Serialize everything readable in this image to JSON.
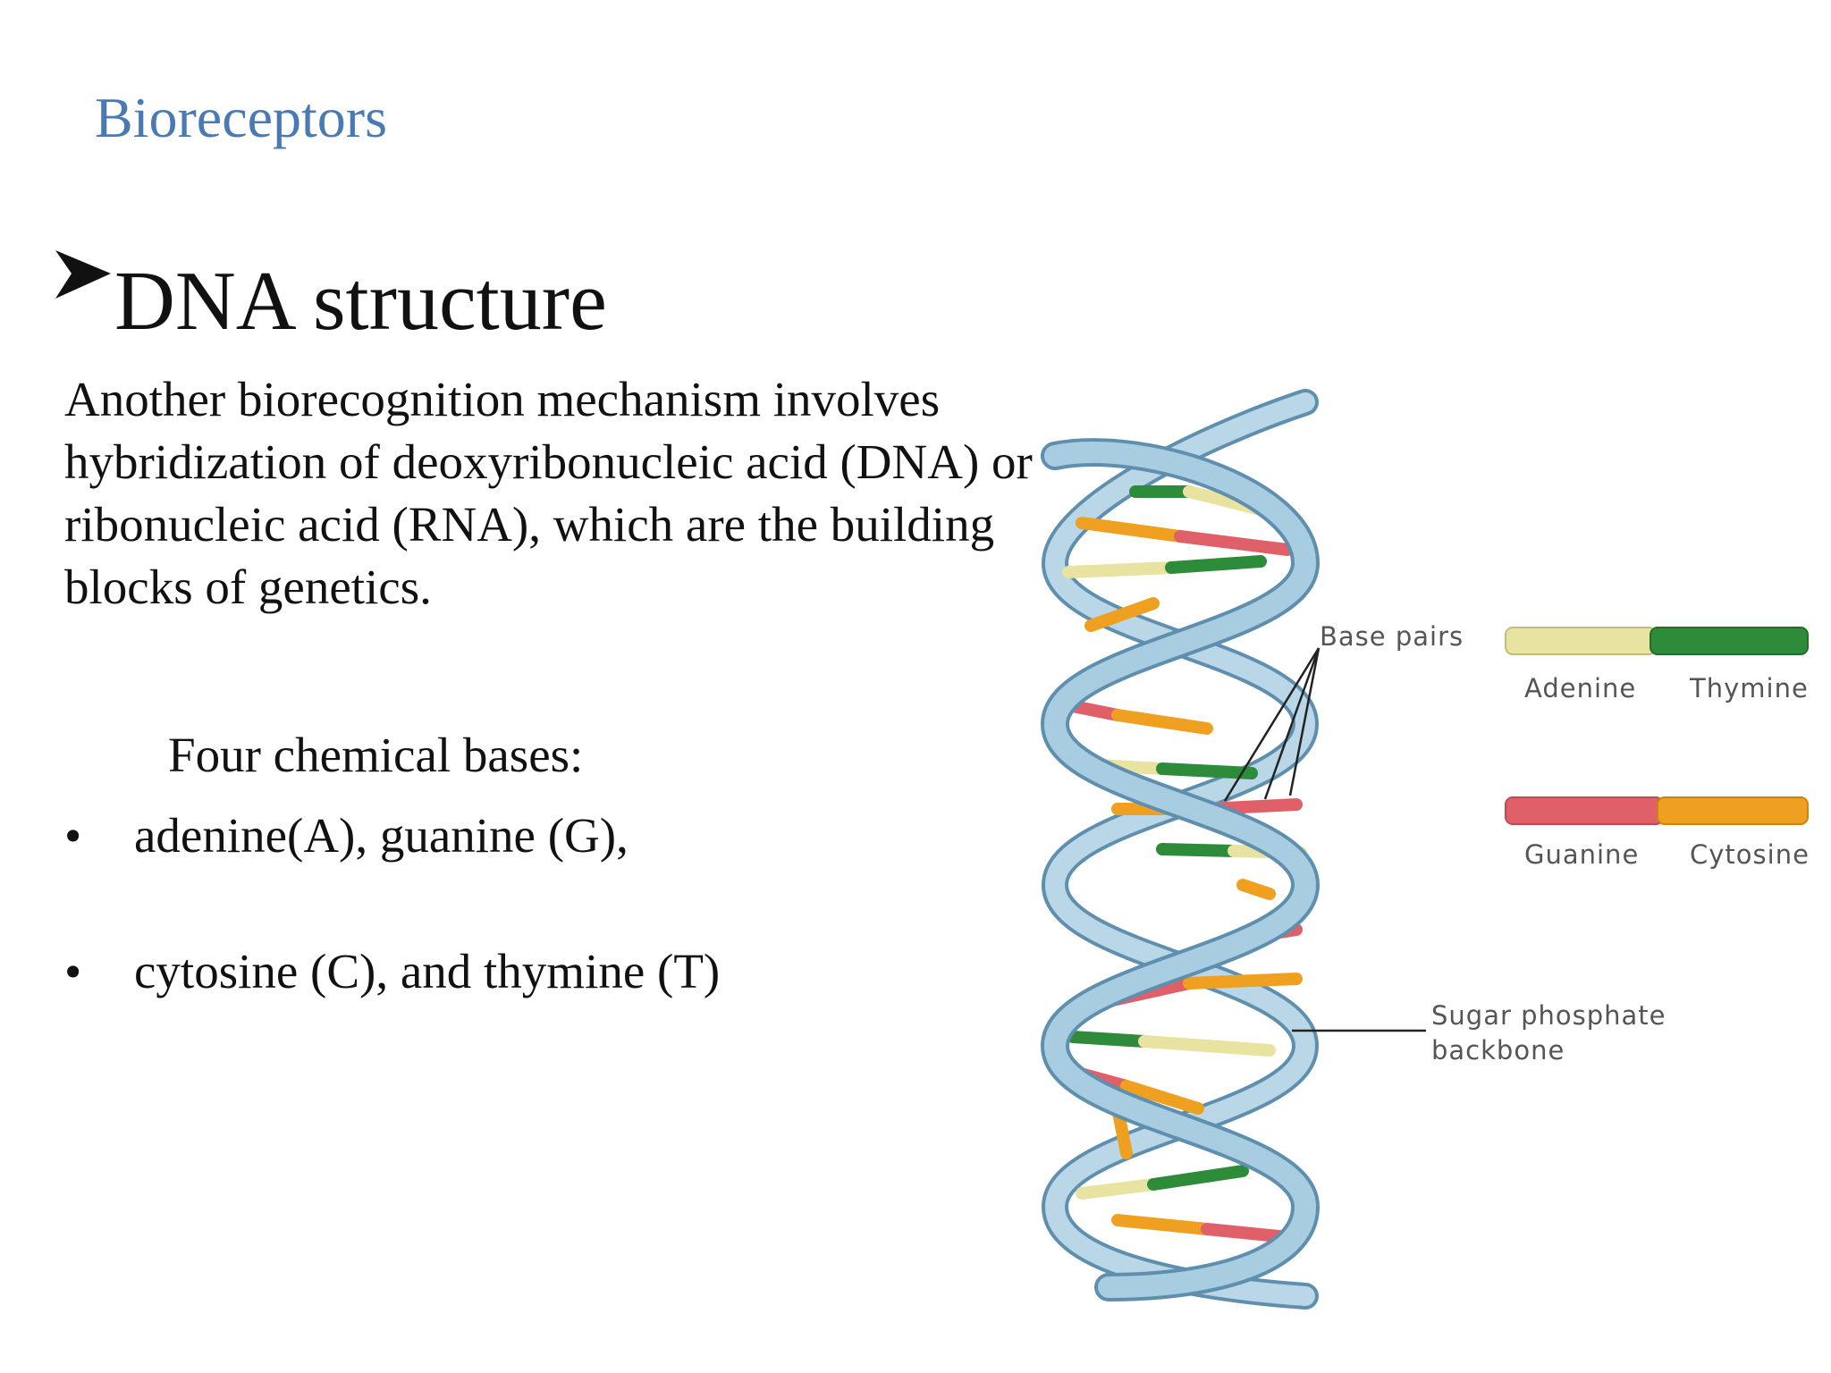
{
  "slide": {
    "title": "Bioreceptors",
    "heading": "DNA structure",
    "paragraph": "Another biorecognition mechanism involves hybridization of deoxyribonucleic acid (DNA) or ribonucleic acid (RNA), which are the building blocks of genetics.",
    "subheading": "Four chemical bases:",
    "bullets": [
      "adenine(A), guanine (G),",
      "cytosine (C), and thymine (T)"
    ]
  },
  "diagram": {
    "labels": {
      "base_pairs": "Base pairs",
      "adenine": "Adenine",
      "thymine": "Thymine",
      "guanine": "Guanine",
      "cytosine": "Cytosine",
      "backbone_line1": "Sugar phosphate",
      "backbone_line2": "backbone"
    },
    "colors": {
      "adenine": "#e8e3a0",
      "thymine": "#2e8b3a",
      "guanine": "#e0606a",
      "cytosine": "#f0a020",
      "backbone": "#8fbcd4",
      "backbone_edge": "#5f8fae"
    }
  }
}
